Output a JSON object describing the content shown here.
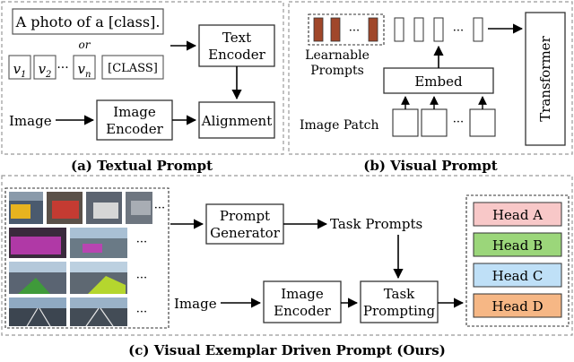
{
  "panel_a": {
    "template_text": "A photo of  a [class].",
    "or_text": "or",
    "token_v1": "v",
    "token_v1_sub": "1",
    "token_v2": "v",
    "token_v2_sub": "2",
    "token_dots": "···",
    "token_vn": "v",
    "token_vn_sub": "n",
    "class_token": "[CLASS]",
    "text_encoder_l1": "Text",
    "text_encoder_l2": "Encoder",
    "image_label": "Image",
    "image_encoder_l1": "Image",
    "image_encoder_l2": "Encoder",
    "alignment": "Alignment",
    "caption": "(a) Textual Prompt"
  },
  "panel_b": {
    "learnable_l1": "Learnable",
    "learnable_l2": "Prompts",
    "dots1": "···",
    "dots2": "···",
    "dots3": "···",
    "embed": "Embed",
    "image_patch": "Image Patch",
    "transformer": "Transformer",
    "caption": "(b) Visual Prompt"
  },
  "panel_c": {
    "dots_row1": "···",
    "dots_row2": "···",
    "dots_row3": "···",
    "dots_row4": "···",
    "prompt_gen_l1": "Prompt",
    "prompt_gen_l2": "Generator",
    "task_prompts": "Task Prompts",
    "image_label": "Image",
    "image_encoder_l1": "Image",
    "image_encoder_l2": "Encoder",
    "task_prompting_l1": "Task",
    "task_prompting_l2": "Prompting",
    "head_a": "Head A",
    "head_b": "Head B",
    "head_c": "Head C",
    "head_d": "Head D",
    "caption": "(c) Visual Exemplar Driven Prompt (Ours)"
  },
  "colors": {
    "learnable_prompt": "#a0472a",
    "head_a": "#f8c8c8",
    "head_b": "#9bd67a",
    "head_c": "#bfe0f7",
    "head_d": "#f6b785"
  }
}
